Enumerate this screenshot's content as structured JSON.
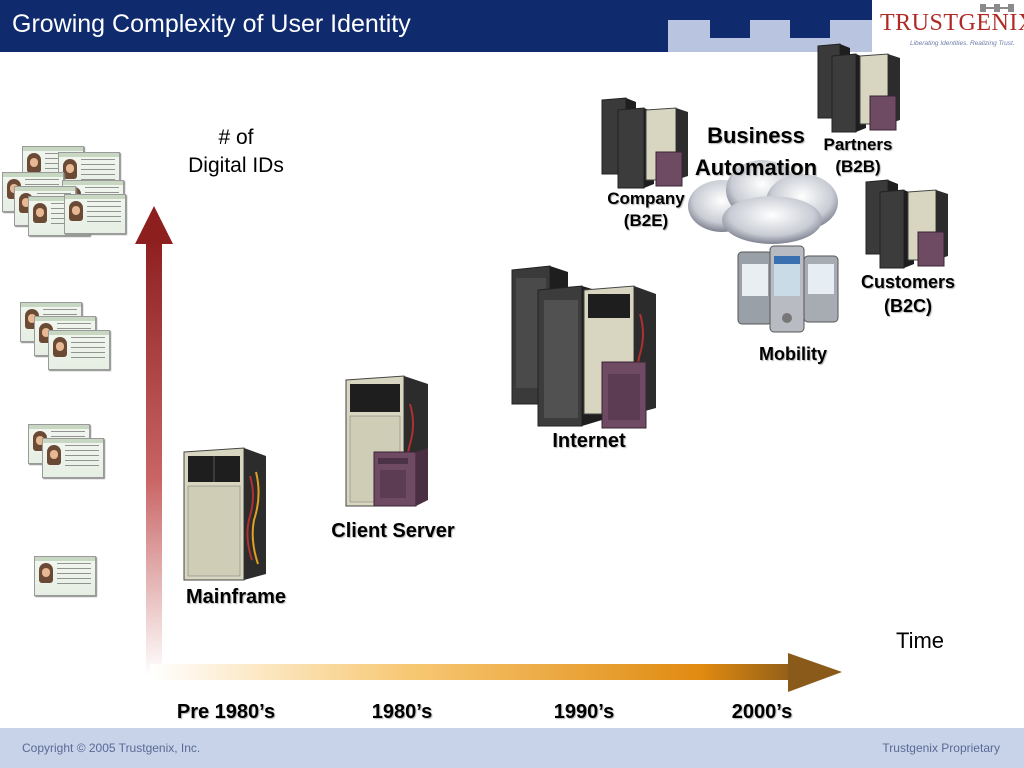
{
  "header": {
    "title": "Growing Complexity of User Identity",
    "logo_name": "TRUSTGENIX",
    "logo_tagline": "Liberating Identities. Realizing Trust."
  },
  "y_axis": {
    "label_line1": "# of",
    "label_line2": "Digital IDs"
  },
  "x_axis": {
    "label": "Time"
  },
  "eras": [
    "Pre 1980’s",
    "1980’s",
    "1990’s",
    "2000’s"
  ],
  "stages": {
    "mainframe": "Mainframe",
    "client_server": "Client Server",
    "internet": "Internet",
    "mobility": "Mobility",
    "business_line1": "Business",
    "business_line2": "Automation",
    "company_line1": "Company",
    "company_line2": "(B2E)",
    "partners_line1": "Partners",
    "partners_line2": "(B2B)",
    "customers_line1": "Customers",
    "customers_line2": "(B2C)"
  },
  "footer": {
    "copyright": "Copyright © 2005 Trustgenix, Inc.",
    "proprietary": "Trustgenix Proprietary"
  },
  "colors": {
    "title_bar": "#0f2b6e",
    "logo_red": "#b02a25",
    "arrow_red": "#8e1f1f",
    "arrow_orange": "#f0a020",
    "footer": "#c8d2e8"
  },
  "icons": [
    "id-card-icon",
    "server-icon",
    "mainframe-icon",
    "pda-icon",
    "cloud-icon"
  ]
}
